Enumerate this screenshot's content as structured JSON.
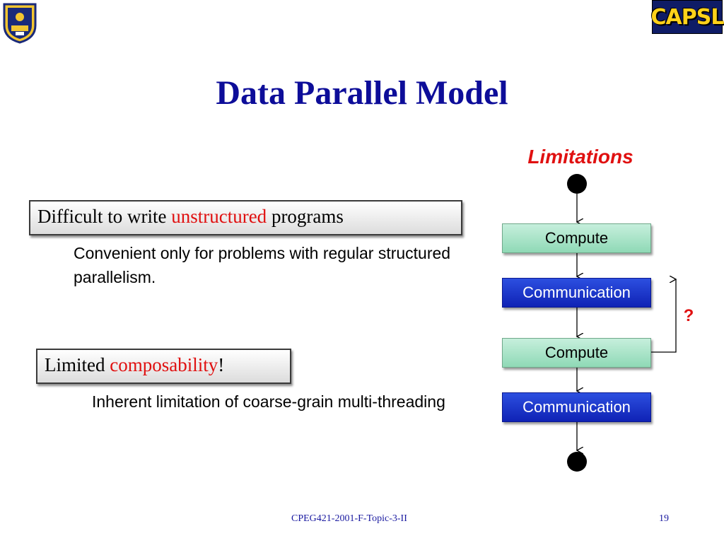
{
  "slide": {
    "title": "Data Parallel Model",
    "footer": "CPEG421-2001-F-Topic-3-II",
    "page_number": "19"
  },
  "logos": {
    "left": "University of Delaware",
    "right": "CAPSL"
  },
  "callouts": [
    {
      "prefix": "Difficult to write ",
      "highlight": "unstructured",
      "suffix": " programs",
      "detail": "Convenient only for problems with regular structured parallelism."
    },
    {
      "prefix": "Limited ",
      "highlight": "composability",
      "suffix": "!",
      "detail": "Inherent limitation of coarse-grain multi-threading"
    }
  ],
  "diagram": {
    "heading": "Limitations",
    "steps": [
      "Compute",
      "Communication",
      "Compute",
      "Communication"
    ],
    "loop_label": "?"
  },
  "colors": {
    "title": "#0d0d99",
    "highlight": "#e01010",
    "compute": "#a8e4c8",
    "communication": "#1a33c8"
  }
}
